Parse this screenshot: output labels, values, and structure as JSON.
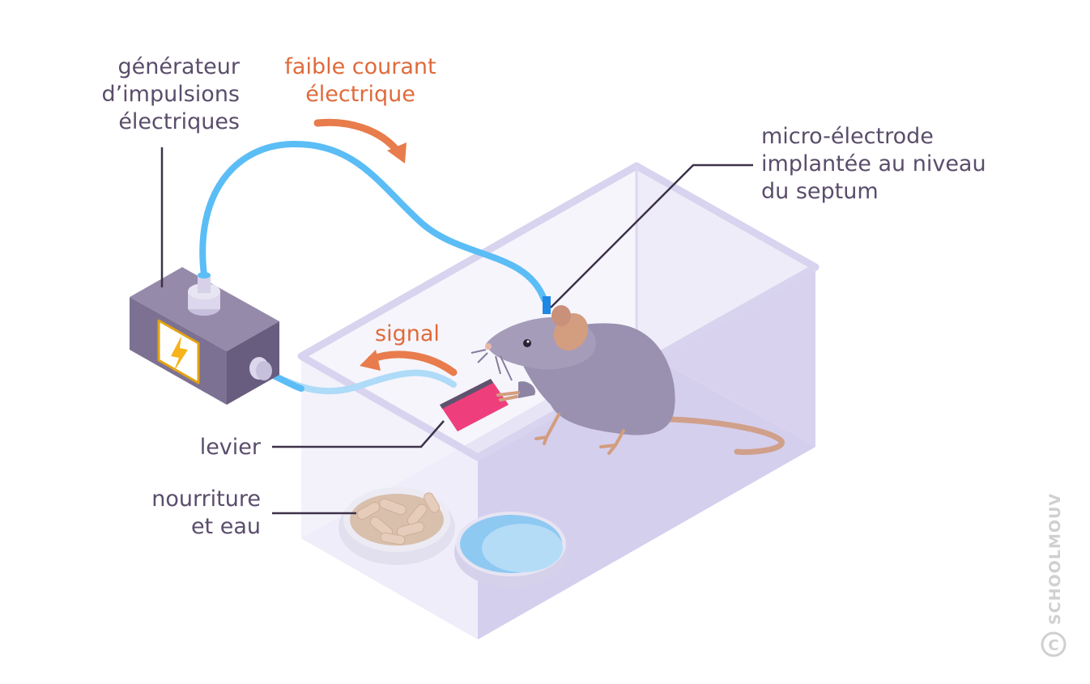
{
  "labels": {
    "generator": [
      "générateur",
      "d’impulsions",
      "électriques"
    ],
    "current": [
      "faible courant",
      "électrique"
    ],
    "electrode": [
      "micro-électrode",
      "implantée au niveau",
      "du septum"
    ],
    "signal": "signal",
    "lever": "levier",
    "food": [
      "nourriture",
      "et eau"
    ]
  },
  "watermark": "SCHOOLMOUV",
  "copyright_symbol": "C",
  "icons": {
    "generator_badge": "lightning-bolt-icon"
  },
  "colors": {
    "text": "#5a4d6b",
    "accent_orange": "#e87c4c",
    "cable_blue": "#5bbdf5",
    "box_purple": "#8a7ea0",
    "lever_pink": "#ee3f7c",
    "bolt_yellow": "#f4b41a",
    "cage_lilac": "#d8d3ee",
    "mouse_gray": "#9e95b2",
    "ear_tan": "#d39d7f",
    "water_blue": "#9fd3f5"
  }
}
